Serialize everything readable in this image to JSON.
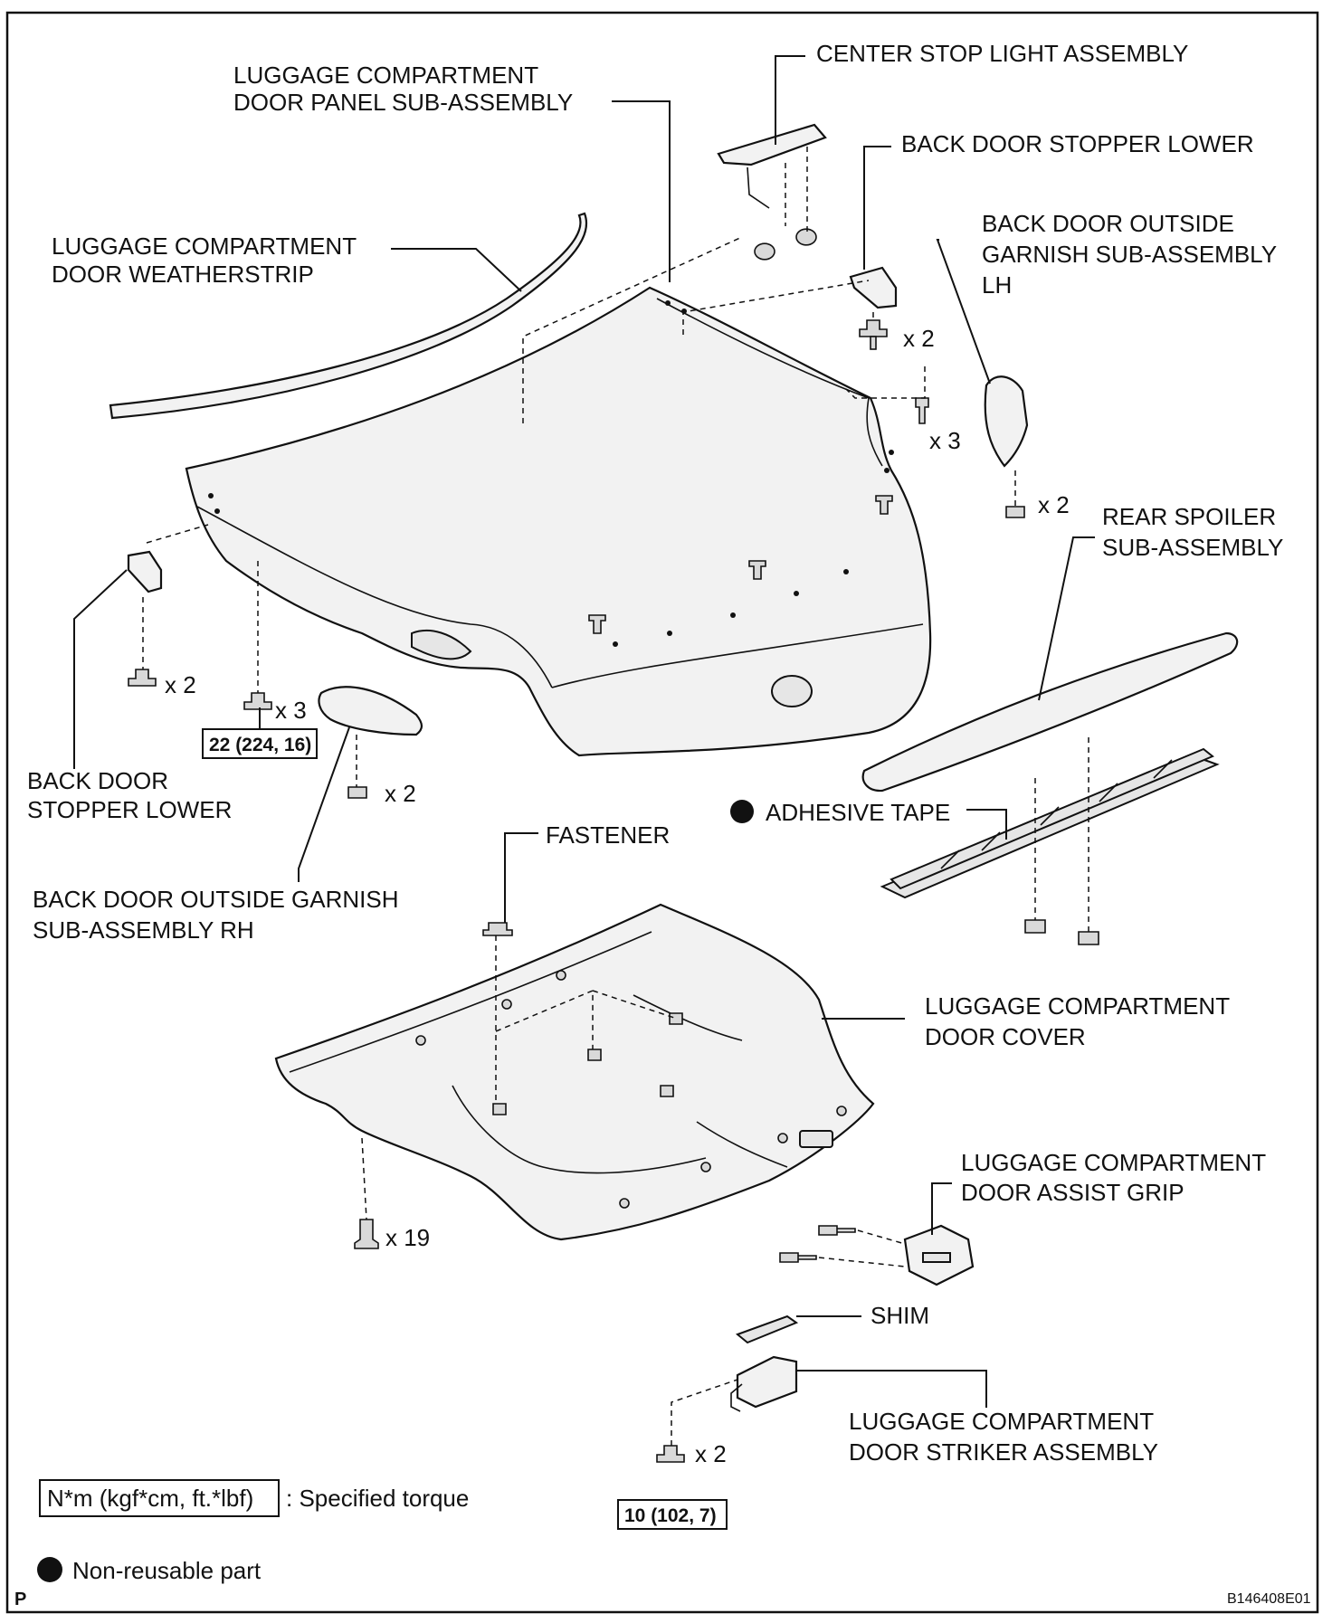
{
  "labels": {
    "center_stop_light": "CENTER STOP LIGHT ASSEMBLY",
    "door_panel_l1": "LUGGAGE COMPARTMENT",
    "door_panel_l2": "DOOR PANEL SUB-ASSEMBLY",
    "stopper_lower_right": "BACK DOOR STOPPER LOWER",
    "weatherstrip_l1": "LUGGAGE COMPARTMENT",
    "weatherstrip_l2": "DOOR WEATHERSTRIP",
    "garnish_lh_l1": "BACK DOOR OUTSIDE",
    "garnish_lh_l2": "GARNISH SUB-ASSEMBLY",
    "garnish_lh_l3": "LH",
    "rear_spoiler_l1": "REAR SPOILER",
    "rear_spoiler_l2": "SUB-ASSEMBLY",
    "stopper_lower_left_l1": "BACK DOOR",
    "stopper_lower_left_l2": "STOPPER LOWER",
    "adhesive_tape": "ADHESIVE TAPE",
    "fastener": "FASTENER",
    "garnish_rh_l1": "BACK DOOR OUTSIDE GARNISH",
    "garnish_rh_l2": "SUB-ASSEMBLY RH",
    "door_cover_l1": "LUGGAGE COMPARTMENT",
    "door_cover_l2": "DOOR COVER",
    "assist_grip_l1": "LUGGAGE COMPARTMENT",
    "assist_grip_l2": "DOOR ASSIST GRIP",
    "shim": "SHIM",
    "striker_l1": "LUGGAGE COMPARTMENT",
    "striker_l2": "DOOR STRIKER ASSEMBLY"
  },
  "quantities": {
    "stopper_right_bolts": "x 2",
    "panel_bolts": "x 3",
    "garnish_lh_nuts": "x 2",
    "stopper_left_bolts": "x 2",
    "panel_left_bolts": "x 3",
    "garnish_rh_nuts": "x 2",
    "cover_clips": "x 19",
    "striker_bolts": "x 2"
  },
  "torques": {
    "panel_left": "22 (224, 16)",
    "striker": "10 (102, 7)"
  },
  "legend": {
    "torque_box": "N*m (kgf*cm, ft.*lbf)",
    "torque_text": ": Specified torque",
    "nonreusable_text": "Non-reusable part"
  },
  "footer": {
    "corner_letter": "P",
    "figure_id": "B146408E01"
  }
}
